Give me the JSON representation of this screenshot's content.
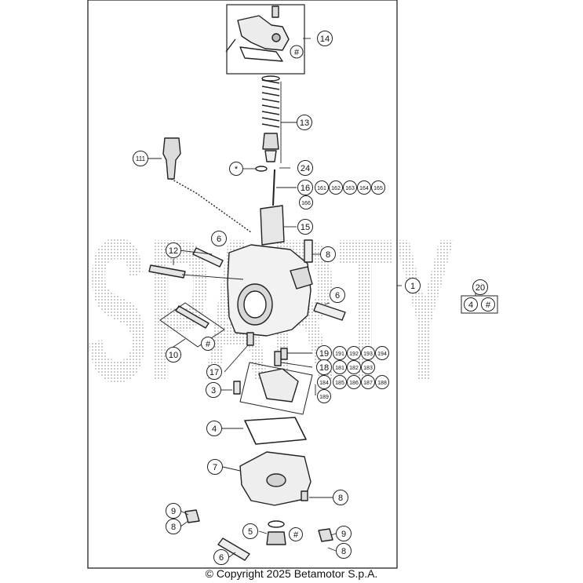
{
  "watermark": "SPARTY",
  "copyright": "© Copyright 2025 Betamotor S.p.A.",
  "callouts": {
    "c1": "1",
    "c3": "3",
    "c4": "4",
    "c5": "5",
    "c6a": "6",
    "c6b": "6",
    "c6c": "6",
    "c7": "7",
    "c8a": "8",
    "c8b": "8",
    "c8c": "8",
    "c8d": "8",
    "c9a": "9",
    "c9b": "9",
    "c10": "10",
    "c12": "12",
    "c13": "13",
    "c14": "14",
    "c15": "15",
    "c16": "16",
    "c17": "17",
    "c18": "18",
    "c19": "19",
    "c20": "20",
    "c24": "24",
    "c111": "111",
    "hash14": "#",
    "hash10": "#",
    "hash5": "#",
    "hash20": "#",
    "c20_4": "4",
    "star": "*"
  },
  "sub_16": [
    "161",
    "162",
    "163",
    "164",
    "165",
    "166"
  ],
  "sub_19": [
    "191",
    "192",
    "193",
    "194"
  ],
  "sub_18": [
    "181",
    "182",
    "183",
    "184",
    "185",
    "186",
    "187",
    "188",
    "189"
  ]
}
